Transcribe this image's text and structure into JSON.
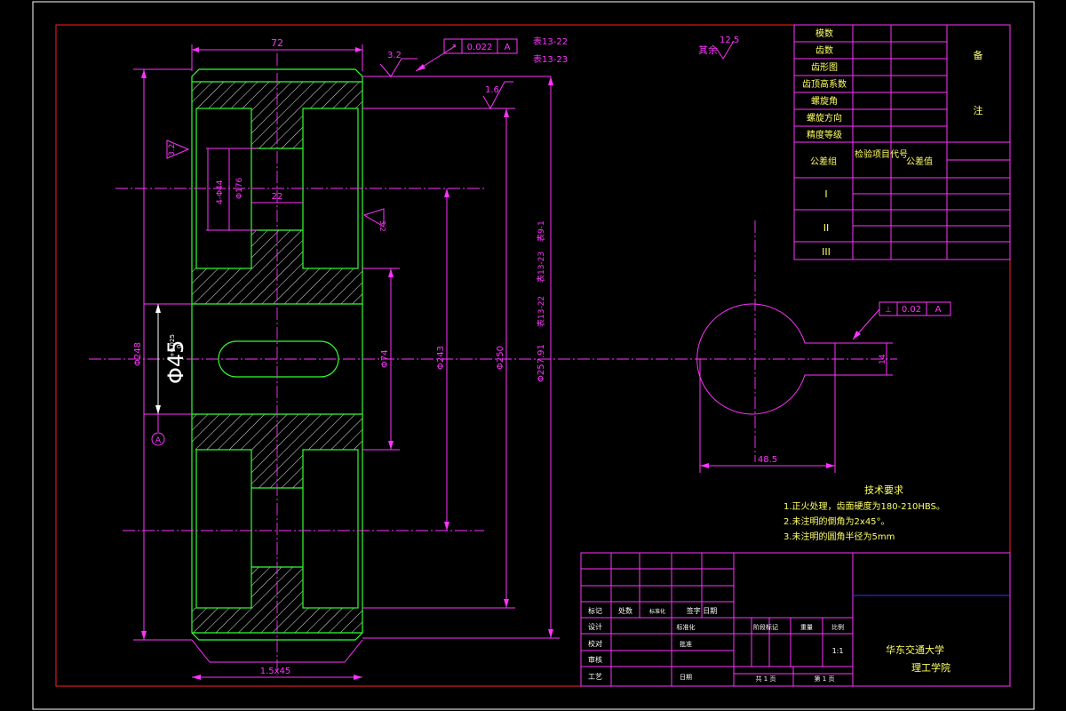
{
  "drawing": {
    "colors": {
      "background": "#000000",
      "frame": "#ff2020",
      "dimension": "#ff33ff",
      "outline": "#33ff33",
      "text_highlight": "#ffff66",
      "hatch": "#ffffff"
    }
  },
  "front_view": {
    "dim_width": "72",
    "roughness_top": "3.2",
    "roughness_right_top": "1.6",
    "roughness_left": "3.2",
    "roughness_web": "3.2",
    "tolerance_value": "0.022",
    "tolerance_datum": "A",
    "ref_table_1": "表13-22",
    "ref_table_2": "表13-23",
    "other_roughness_label": "其余",
    "other_roughness_value": "12.5",
    "dim_hole_count": "4-Φ44",
    "dim_hole_circle": "Φ176",
    "dim_web_thickness": "22",
    "dim_bore": "Φ45",
    "bore_tol_upper": "+0.025",
    "bore_tol_lower": "0",
    "dim_hub_dia": "Φ74",
    "dim_rim_inner": "Φ243",
    "dim_root": "Φ250",
    "dim_outer": "Φ257.91",
    "dim_overall_left": "Φ248",
    "dim_chamfer": "1.5x45",
    "datum_label": "A",
    "ref_bore_table": "表13-22",
    "ref_bore_table_2": "表13-23",
    "ref_bore_table_3": "表9-1"
  },
  "side_view": {
    "tolerance_value": "0.02",
    "tolerance_datum": "A",
    "dim_key_width": "14",
    "dim_key_depth": "48.5"
  },
  "param_table": {
    "rows": [
      "模数",
      "齿数",
      "齿形图",
      "齿顶高系数",
      "螺旋角",
      "螺旋方向",
      "精度等级"
    ],
    "remark_1": "备",
    "remark_2": "注",
    "header_group": "公差组",
    "header_item": "检验项目代号",
    "header_value": "公差值",
    "groups": [
      "I",
      "II",
      "III"
    ]
  },
  "tech_requirements": {
    "title": "技术要求",
    "items": [
      "1.正火处理，齿面硬度为180-210HBS。",
      "2.未注明的倒角为2x45°。",
      "3.未注明的圆角半径为5mm"
    ]
  },
  "title_block": {
    "row_labels": [
      "标记",
      "设计",
      "校对",
      "审核",
      "工艺"
    ],
    "col_count_label": "处数",
    "col_sign_date": "签字 日期",
    "col_standard": "标准化",
    "col_approve": "批准",
    "stage_mark": "阶段标记",
    "weight": "重量",
    "scale_label": "比例",
    "scale_value": "1:1",
    "date_label": "日期",
    "sheets_total": "共 1 页",
    "sheet_no": "第 1 页",
    "org_name": "华东交通大学",
    "org_dept": "理工学院"
  }
}
